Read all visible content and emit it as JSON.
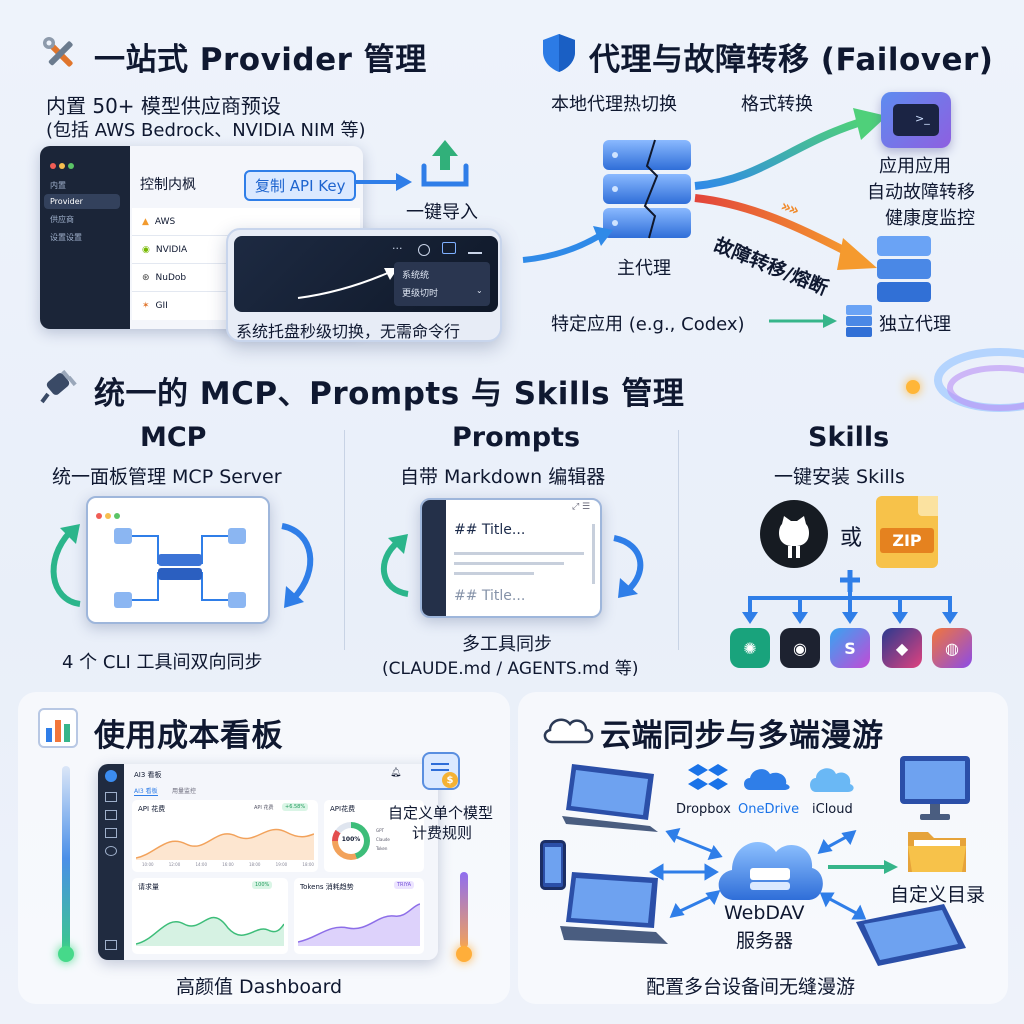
{
  "provider": {
    "title": "一站式 Provider 管理",
    "subtitle_line1": "内置 50+ 模型供应商预设",
    "subtitle_line2": "(包括 AWS Bedrock、NVIDIA NIM 等)",
    "window_header": "控制内枫",
    "copy_button": "复制 API Key",
    "import_label": "一键导入",
    "sidebar_items": [
      "内置",
      "Provider",
      "供应商",
      "设置设置"
    ],
    "providers": [
      "AWS",
      "NVIDIA",
      "NuDob",
      "GII"
    ],
    "tray_menu": [
      "系统统",
      "更级切时"
    ],
    "tray_caption": "系统托盘秒级切换，无需命令行"
  },
  "failover": {
    "title": "代理与故障转移 (Failover)",
    "hot_switch": "本地代理热切换",
    "format_convert": "格式转换",
    "app_line1": "应用应用",
    "app_line2": "自动故障转移",
    "app_line3": "健康度监控",
    "main_proxy": "主代理",
    "failover_arrow": "故障转移/熔断",
    "specific_app": "特定应用 (e.g., Codex)",
    "independent_proxy": "独立代理"
  },
  "unified": {
    "title": "统一的 MCP、Prompts 与 Skills 管理",
    "mcp_title": "MCP",
    "mcp_sub": "统一面板管理 MCP Server",
    "mcp_caption": "4 个 CLI 工具间双向同步",
    "prompts_title": "Prompts",
    "prompts_sub": "自带 Markdown 编辑器",
    "prompts_heading1": "## Title...",
    "prompts_heading2": "## Title...",
    "prompts_caption1": "多工具同步",
    "prompts_caption2": "(CLAUDE.md / AGENTS.md 等)",
    "skills_title": "Skills",
    "skills_sub": "一键安装 Skills",
    "skills_or": "或",
    "zip_label": "ZIP"
  },
  "dashboard": {
    "title": "使用成本看板",
    "app_name": "AI3 看板",
    "tabs": [
      "AI3 看板",
      "用量监控"
    ],
    "card1_title": "API 花费",
    "card1_sub": "API 花费",
    "card1_badge": "+6.58%",
    "card2_title": "API花费",
    "card2_value": "100%",
    "card2_legend": [
      "GPT",
      "Claude",
      "Token"
    ],
    "card3_title": "请求量",
    "card3_badge": "100%",
    "card4_title": "Tokens 消耗趋势",
    "card4_badge": "TRIYA",
    "x_ticks": [
      "10:00",
      "12:00",
      "14:00",
      "16:00",
      "18:00",
      "19:00",
      "18:00"
    ],
    "custom_rule_line1": "自定义单个模型",
    "custom_rule_line2": "计费规则",
    "caption": "高颜值 Dashboard",
    "accent_colors": {
      "orange": "#f2a25b",
      "green": "#3dbd79",
      "purple": "#8d6ee8"
    }
  },
  "cloud": {
    "title": "云端同步与多端漫游",
    "services": [
      "Dropbox",
      "OneDrive",
      "iCloud"
    ],
    "server_line1": "WebDAV",
    "server_line2": "服务器",
    "custom_dir": "自定义目录",
    "caption": "配置多台设备间无缝漫游"
  }
}
